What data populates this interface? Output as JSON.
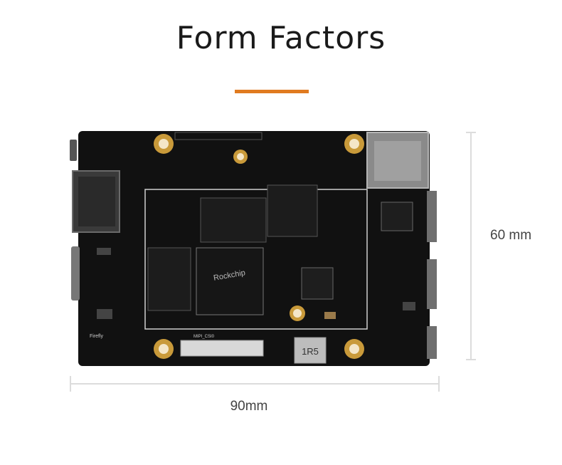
{
  "header": {
    "title": "Form Factors"
  },
  "colors": {
    "accent": "#e07b20",
    "dimension_line": "#dcdcdc",
    "board": "#111111"
  },
  "dimensions": {
    "height_label": "60 mm",
    "width_label": "90mm"
  },
  "board": {
    "chip_labels": [
      "Rockchip",
      "1R5"
    ],
    "silkscreen_labels": [
      "MIPI_CSI0",
      "Firefly"
    ]
  }
}
